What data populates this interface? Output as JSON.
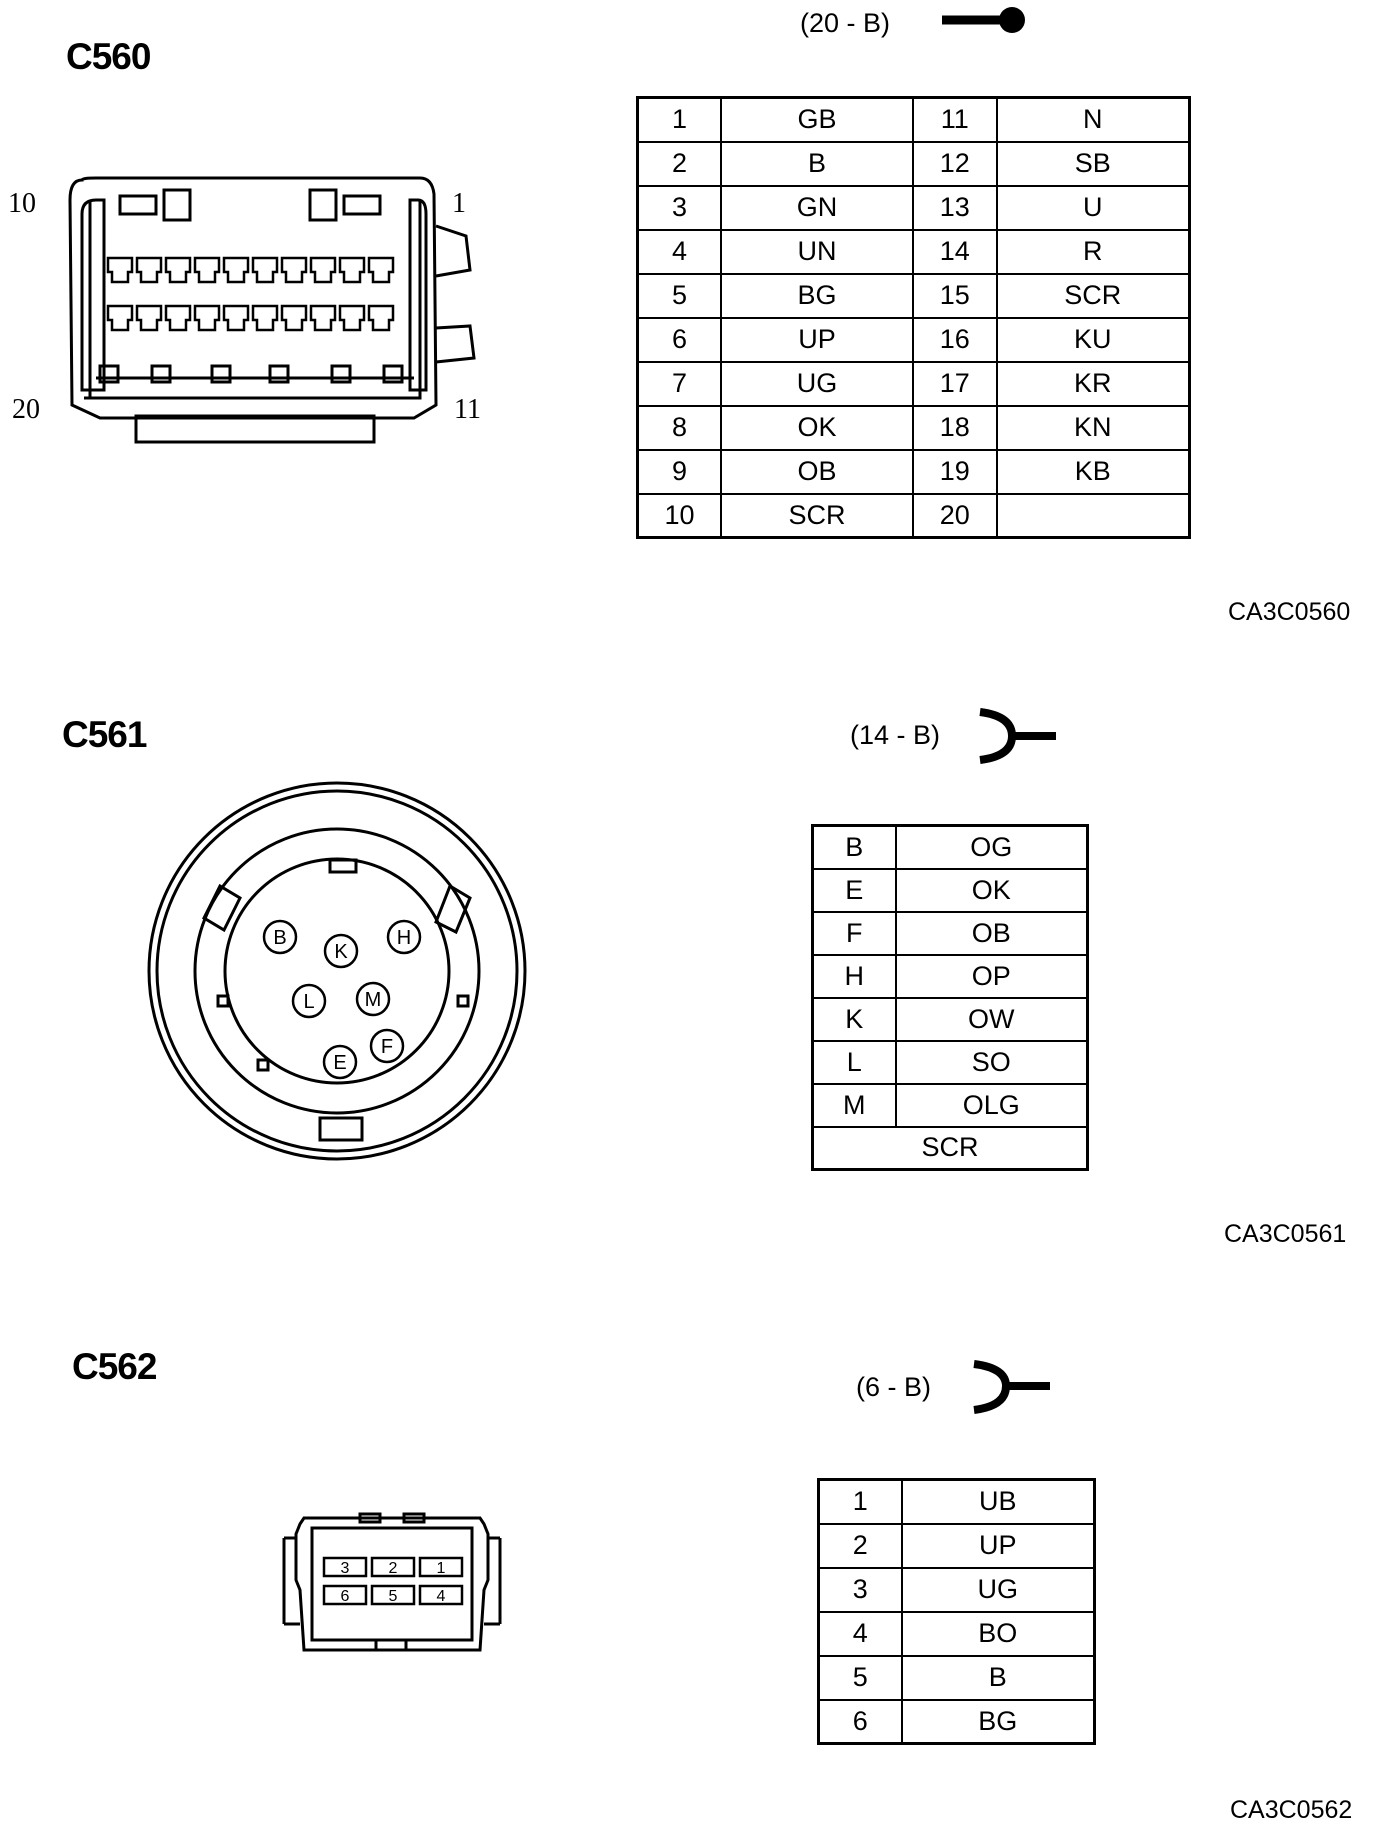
{
  "c560": {
    "title": "C560",
    "spec": "(20 - B)",
    "code": "CA3C0560",
    "pin_labels": [
      "10",
      "1",
      "20",
      "11"
    ],
    "rows": [
      [
        "1",
        "GB",
        "11",
        "N"
      ],
      [
        "2",
        "B",
        "12",
        "SB"
      ],
      [
        "3",
        "GN",
        "13",
        "U"
      ],
      [
        "4",
        "UN",
        "14",
        "R"
      ],
      [
        "5",
        "BG",
        "15",
        "SCR"
      ],
      [
        "6",
        "UP",
        "16",
        "KU"
      ],
      [
        "7",
        "UG",
        "17",
        "KR"
      ],
      [
        "8",
        "OK",
        "18",
        "KN"
      ],
      [
        "9",
        "OB",
        "19",
        "KB"
      ],
      [
        "10",
        "SCR",
        "20",
        ""
      ]
    ]
  },
  "c561": {
    "title": "C561",
    "spec": "(14 - B)",
    "code": "CA3C0561",
    "face_pins": [
      "B",
      "K",
      "H",
      "L",
      "M",
      "E",
      "F"
    ],
    "rows": [
      [
        "B",
        "OG"
      ],
      [
        "E",
        "OK"
      ],
      [
        "F",
        "OB"
      ],
      [
        "H",
        "OP"
      ],
      [
        "K",
        "OW"
      ],
      [
        "L",
        "SO"
      ],
      [
        "M",
        "OLG"
      ]
    ],
    "footer": "SCR"
  },
  "c562": {
    "title": "C562",
    "spec": "(6 - B)",
    "code": "CA3C0562",
    "face_pins": [
      "3",
      "2",
      "1",
      "6",
      "5",
      "4"
    ],
    "rows": [
      [
        "1",
        "UB"
      ],
      [
        "2",
        "UP"
      ],
      [
        "3",
        "UG"
      ],
      [
        "4",
        "BO"
      ],
      [
        "5",
        "B"
      ],
      [
        "6",
        "BG"
      ]
    ]
  }
}
